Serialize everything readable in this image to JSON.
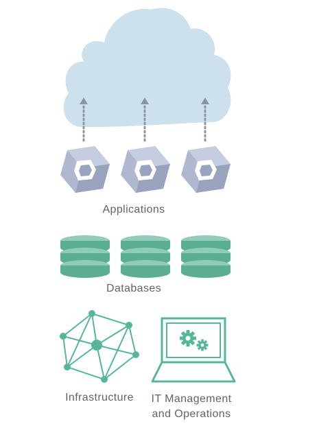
{
  "labels": {
    "applications": "Applications",
    "databases": "Databases",
    "infrastructure": "Infrastructure",
    "it_management_line1": "IT Management",
    "it_management_line2": "and Operations"
  },
  "colors": {
    "cloud": "#cde1ec",
    "arrow": "#8a95a6",
    "app_block_light": "#c6cde0",
    "app_block_mid": "#b0b8cf",
    "app_block_dark": "#9aa3bd",
    "database_dark": "#5cae93",
    "database_light": "#8fcdb8",
    "network": "#55b795",
    "laptop": "#55b795",
    "label_text": "#5c6470"
  },
  "icons": {
    "cloud": "cloud-icon",
    "app": "application-block-icon",
    "database": "database-stack-icon",
    "network": "network-mesh-icon",
    "laptop": "laptop-gears-icon"
  }
}
